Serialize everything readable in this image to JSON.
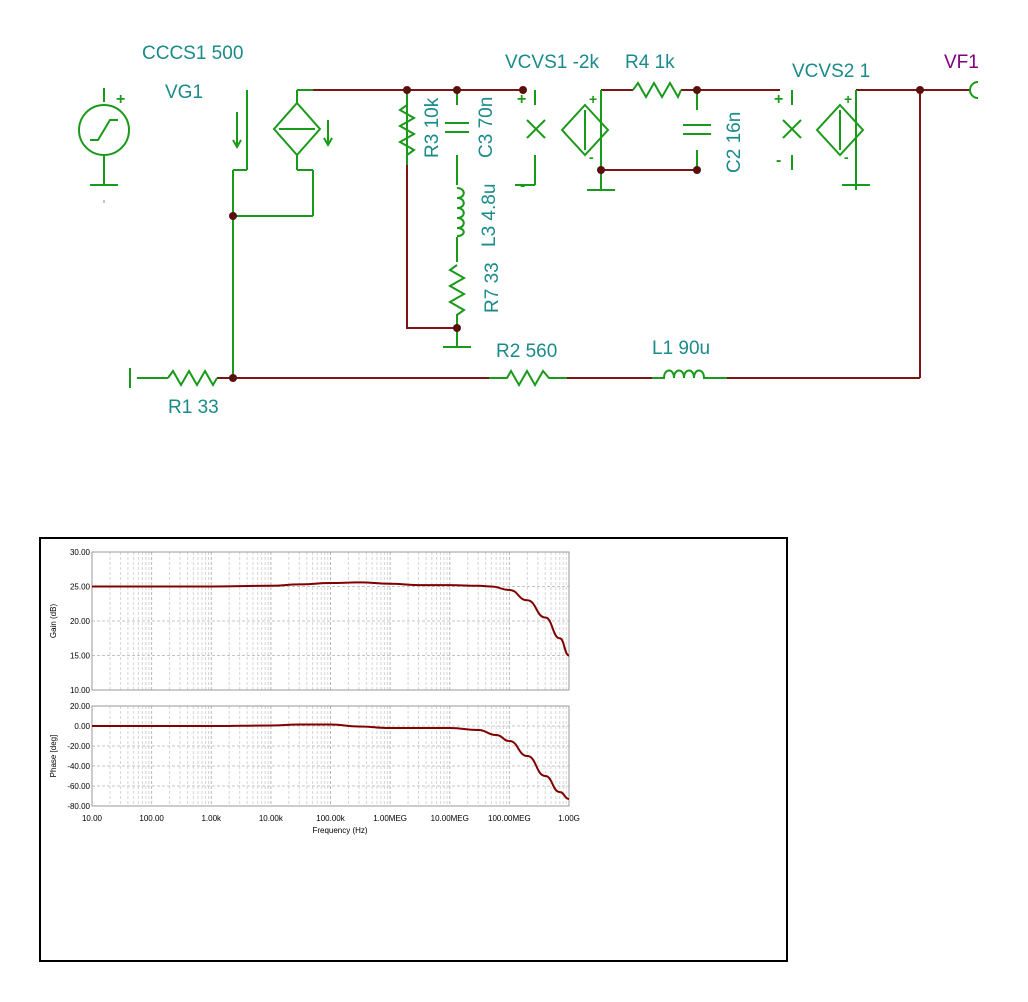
{
  "schematic": {
    "labels": {
      "cccs1": "CCCS1 500",
      "vg1": "VG1",
      "r3": "R3 10k",
      "c3": "C3 70n",
      "l3": "L3 4.8u",
      "r7": "R7 33",
      "vcvs1": "VCVS1 -2k",
      "r4": "R4 1k",
      "c2": "C2 16n",
      "vcvs2": "VCVS2 1",
      "vf1": "VF1",
      "r2": "R2 560",
      "l1": "L1 90u",
      "r1": "R1 33"
    },
    "colors": {
      "wire": "#7a1616",
      "component": "#1a9a1a",
      "label": "#1a8a8a",
      "output_label": "#800080",
      "node": "#5a0f0f"
    }
  },
  "chart_data": [
    {
      "type": "line",
      "x_scale": "log",
      "xlim": [
        10,
        1000000000
      ],
      "ylim": [
        10,
        30
      ],
      "ylabel": "Gain (dB)",
      "xlabel": "",
      "y_ticks": [
        "30.00",
        "25.00",
        "20.00",
        "15.00",
        "10.00"
      ],
      "grid": true,
      "series": [
        {
          "color": "#800000",
          "x": [
            10,
            100,
            1000,
            10000,
            30000,
            100000,
            300000,
            1000000,
            3000000,
            10000000,
            30000000,
            50000000,
            100000000,
            200000000,
            400000000,
            700000000,
            1000000000
          ],
          "y": [
            25.0,
            25.0,
            25.0,
            25.1,
            25.3,
            25.5,
            25.6,
            25.4,
            25.2,
            25.2,
            25.1,
            25.0,
            24.5,
            23.0,
            20.5,
            17.5,
            15.0
          ]
        }
      ]
    },
    {
      "type": "line",
      "x_scale": "log",
      "xlim": [
        10,
        1000000000
      ],
      "ylim": [
        -80,
        20
      ],
      "ylabel": "Phase [deg]",
      "xlabel": "Frequency (Hz)",
      "y_ticks": [
        "20.00",
        "0.00",
        "-20.00",
        "-40.00",
        "-60.00",
        "-80.00"
      ],
      "x_ticks": [
        "10.00",
        "100.00",
        "1.00k",
        "10.00k",
        "100.00k",
        "1.00MEG",
        "10.00MEG",
        "100.00MEG",
        "1.00G"
      ],
      "grid": true,
      "series": [
        {
          "color": "#800000",
          "x": [
            10,
            100,
            1000,
            10000,
            30000,
            100000,
            300000,
            1000000,
            3000000,
            10000000,
            30000000,
            60000000,
            100000000,
            200000000,
            400000000,
            700000000,
            1000000000
          ],
          "y": [
            0,
            0,
            0,
            0.5,
            1.5,
            1.5,
            -0.5,
            -2,
            -2,
            -2,
            -4,
            -9,
            -15,
            -30,
            -50,
            -66,
            -73
          ]
        }
      ]
    }
  ]
}
